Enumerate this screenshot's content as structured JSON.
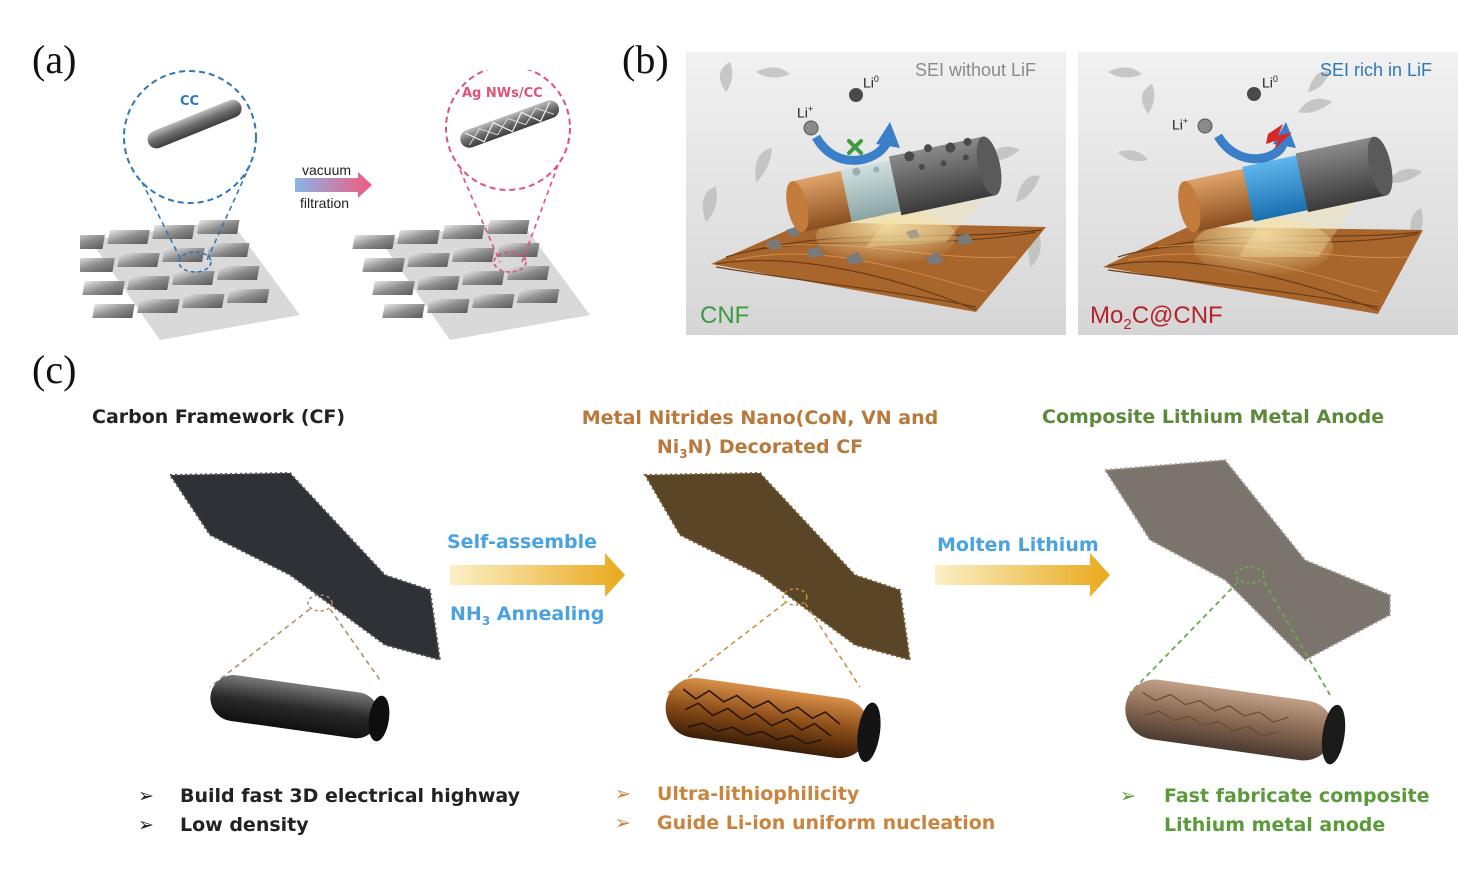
{
  "panels": {
    "a": {
      "letter": "(a)",
      "cc_label": "CC",
      "agnw_label": "Ag NWs/CC",
      "arrow_top": "vacuum",
      "arrow_bottom": "filtration"
    },
    "b": {
      "letter": "(b)",
      "left": {
        "title": "SEI without LiF",
        "li_plus": "Li",
        "li_plus_sup": "+",
        "li_zero": "Li",
        "li_zero_sup": "0",
        "name": "CNF"
      },
      "right": {
        "title": "SEI rich in LiF",
        "li_plus": "Li",
        "li_plus_sup": "+",
        "li_zero": "Li",
        "li_zero_sup": "0",
        "name_a": "Mo",
        "name_sub": "2",
        "name_b": "C@CNF"
      }
    },
    "c": {
      "letter": "(c)",
      "col1": {
        "title": "Carbon Framework (CF)",
        "bullets": [
          "Build fast 3D electrical highway",
          "Low density"
        ]
      },
      "step1": {
        "top": "Self-assemble",
        "bottom_a": "NH",
        "bottom_sub": "3",
        "bottom_b": " Annealing"
      },
      "col2": {
        "title_line1": "Metal Nitrides Nano(CoN, VN and",
        "title_line2a": "Ni",
        "title_line2sub": "3",
        "title_line2b": "N) Decorated CF",
        "bullets": [
          "Ultra-lithiophilicity",
          "Guide Li-ion uniform nucleation"
        ]
      },
      "step2": {
        "top": "Molten Lithium"
      },
      "col3": {
        "title": "Composite Lithium Metal Anode",
        "bullet_line1": "Fast fabricate composite",
        "bullet_line2": "Lithium metal anode"
      },
      "bullet_glyph": "➢"
    }
  },
  "colors": {
    "blue_label": "#2f78b8",
    "pink_label": "#e0527a",
    "orange_title": "#b9793a",
    "green_title": "#5a8a3a",
    "cyan_step": "#4aa3e0",
    "cnf_green": "#3f9a3f",
    "mo2c_red": "#b5232a"
  }
}
